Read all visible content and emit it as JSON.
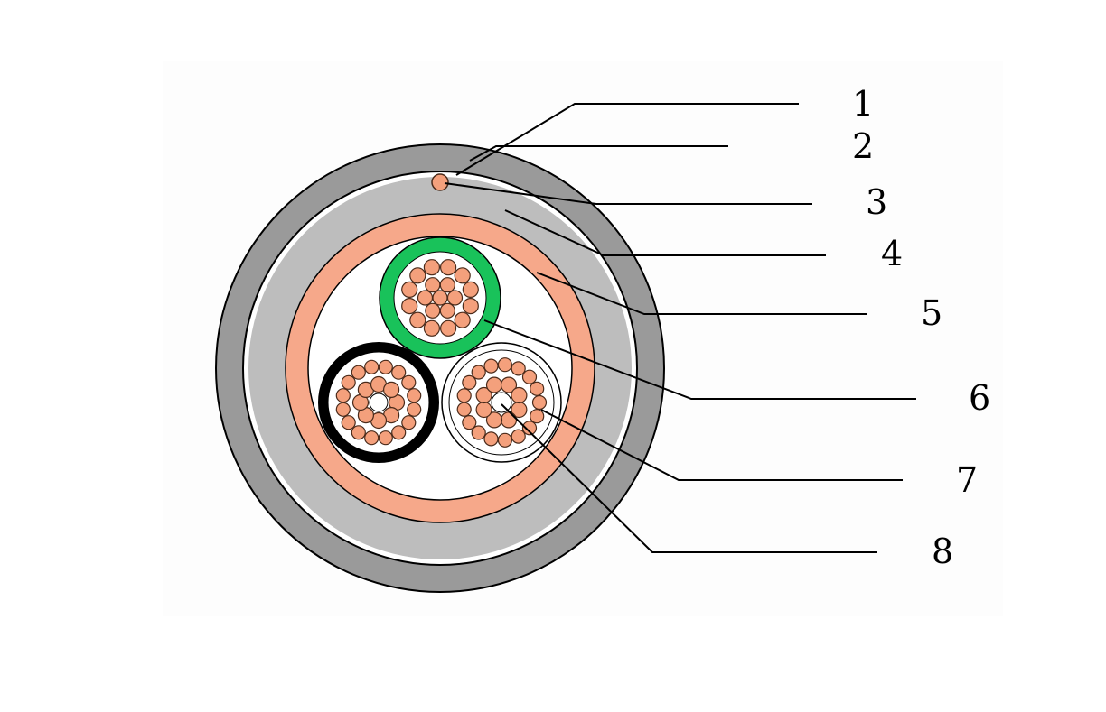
{
  "callouts": [
    {
      "id": 1,
      "label": "1"
    },
    {
      "id": 2,
      "label": "2"
    },
    {
      "id": 3,
      "label": "3"
    },
    {
      "id": 4,
      "label": "4"
    },
    {
      "id": 5,
      "label": "5"
    },
    {
      "id": 6,
      "label": "6"
    },
    {
      "id": 7,
      "label": "7"
    },
    {
      "id": 8,
      "label": "8"
    }
  ],
  "colors": {
    "outer_sheath": "#9a9a9a",
    "inner_sheath": "#bdbdbd",
    "shield_layer": "#f6a88a",
    "copper_wire": "#f4a07c",
    "green_insulation": "#19c25a",
    "black_insulation": "#000000",
    "white": "#ffffff",
    "line": "#000000"
  },
  "cores": [
    {
      "name": "green-core",
      "insulation_color": "green"
    },
    {
      "name": "black-core",
      "insulation_color": "black"
    },
    {
      "name": "white-core",
      "insulation_color": "white"
    }
  ]
}
